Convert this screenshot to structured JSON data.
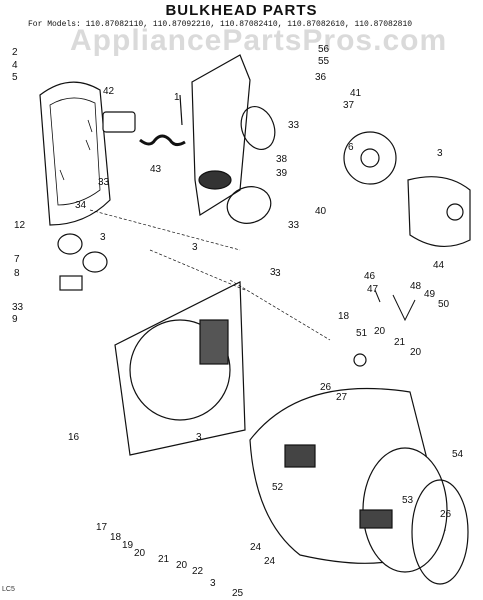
{
  "title": "BULKHEAD PARTS",
  "models_line": "For Models: 110.87082110, 110.87092210, 110.87082410, 110.87082610, 110.87082810",
  "watermark": "AppliancePartsPros.com",
  "footer_code": "LC5",
  "callouts": [
    "2",
    "4",
    "5",
    "42",
    "43",
    "12",
    "7",
    "8",
    "33",
    "9",
    "3",
    "33",
    "34",
    "56",
    "55",
    "36",
    "41",
    "37",
    "33",
    "38",
    "39",
    "40",
    "44",
    "3",
    "46",
    "47",
    "48",
    "49",
    "50",
    "18",
    "51",
    "21",
    "20",
    "20",
    "16",
    "26",
    "27",
    "54",
    "52",
    "53",
    "26",
    "17",
    "18",
    "19",
    "20",
    "21",
    "20",
    "22",
    "24",
    "24",
    "3",
    "25",
    "3",
    "3",
    "33",
    "3",
    "3",
    "1",
    "6"
  ],
  "colors": {
    "line": "#111111",
    "background": "#ffffff",
    "watermark": "#969696"
  }
}
